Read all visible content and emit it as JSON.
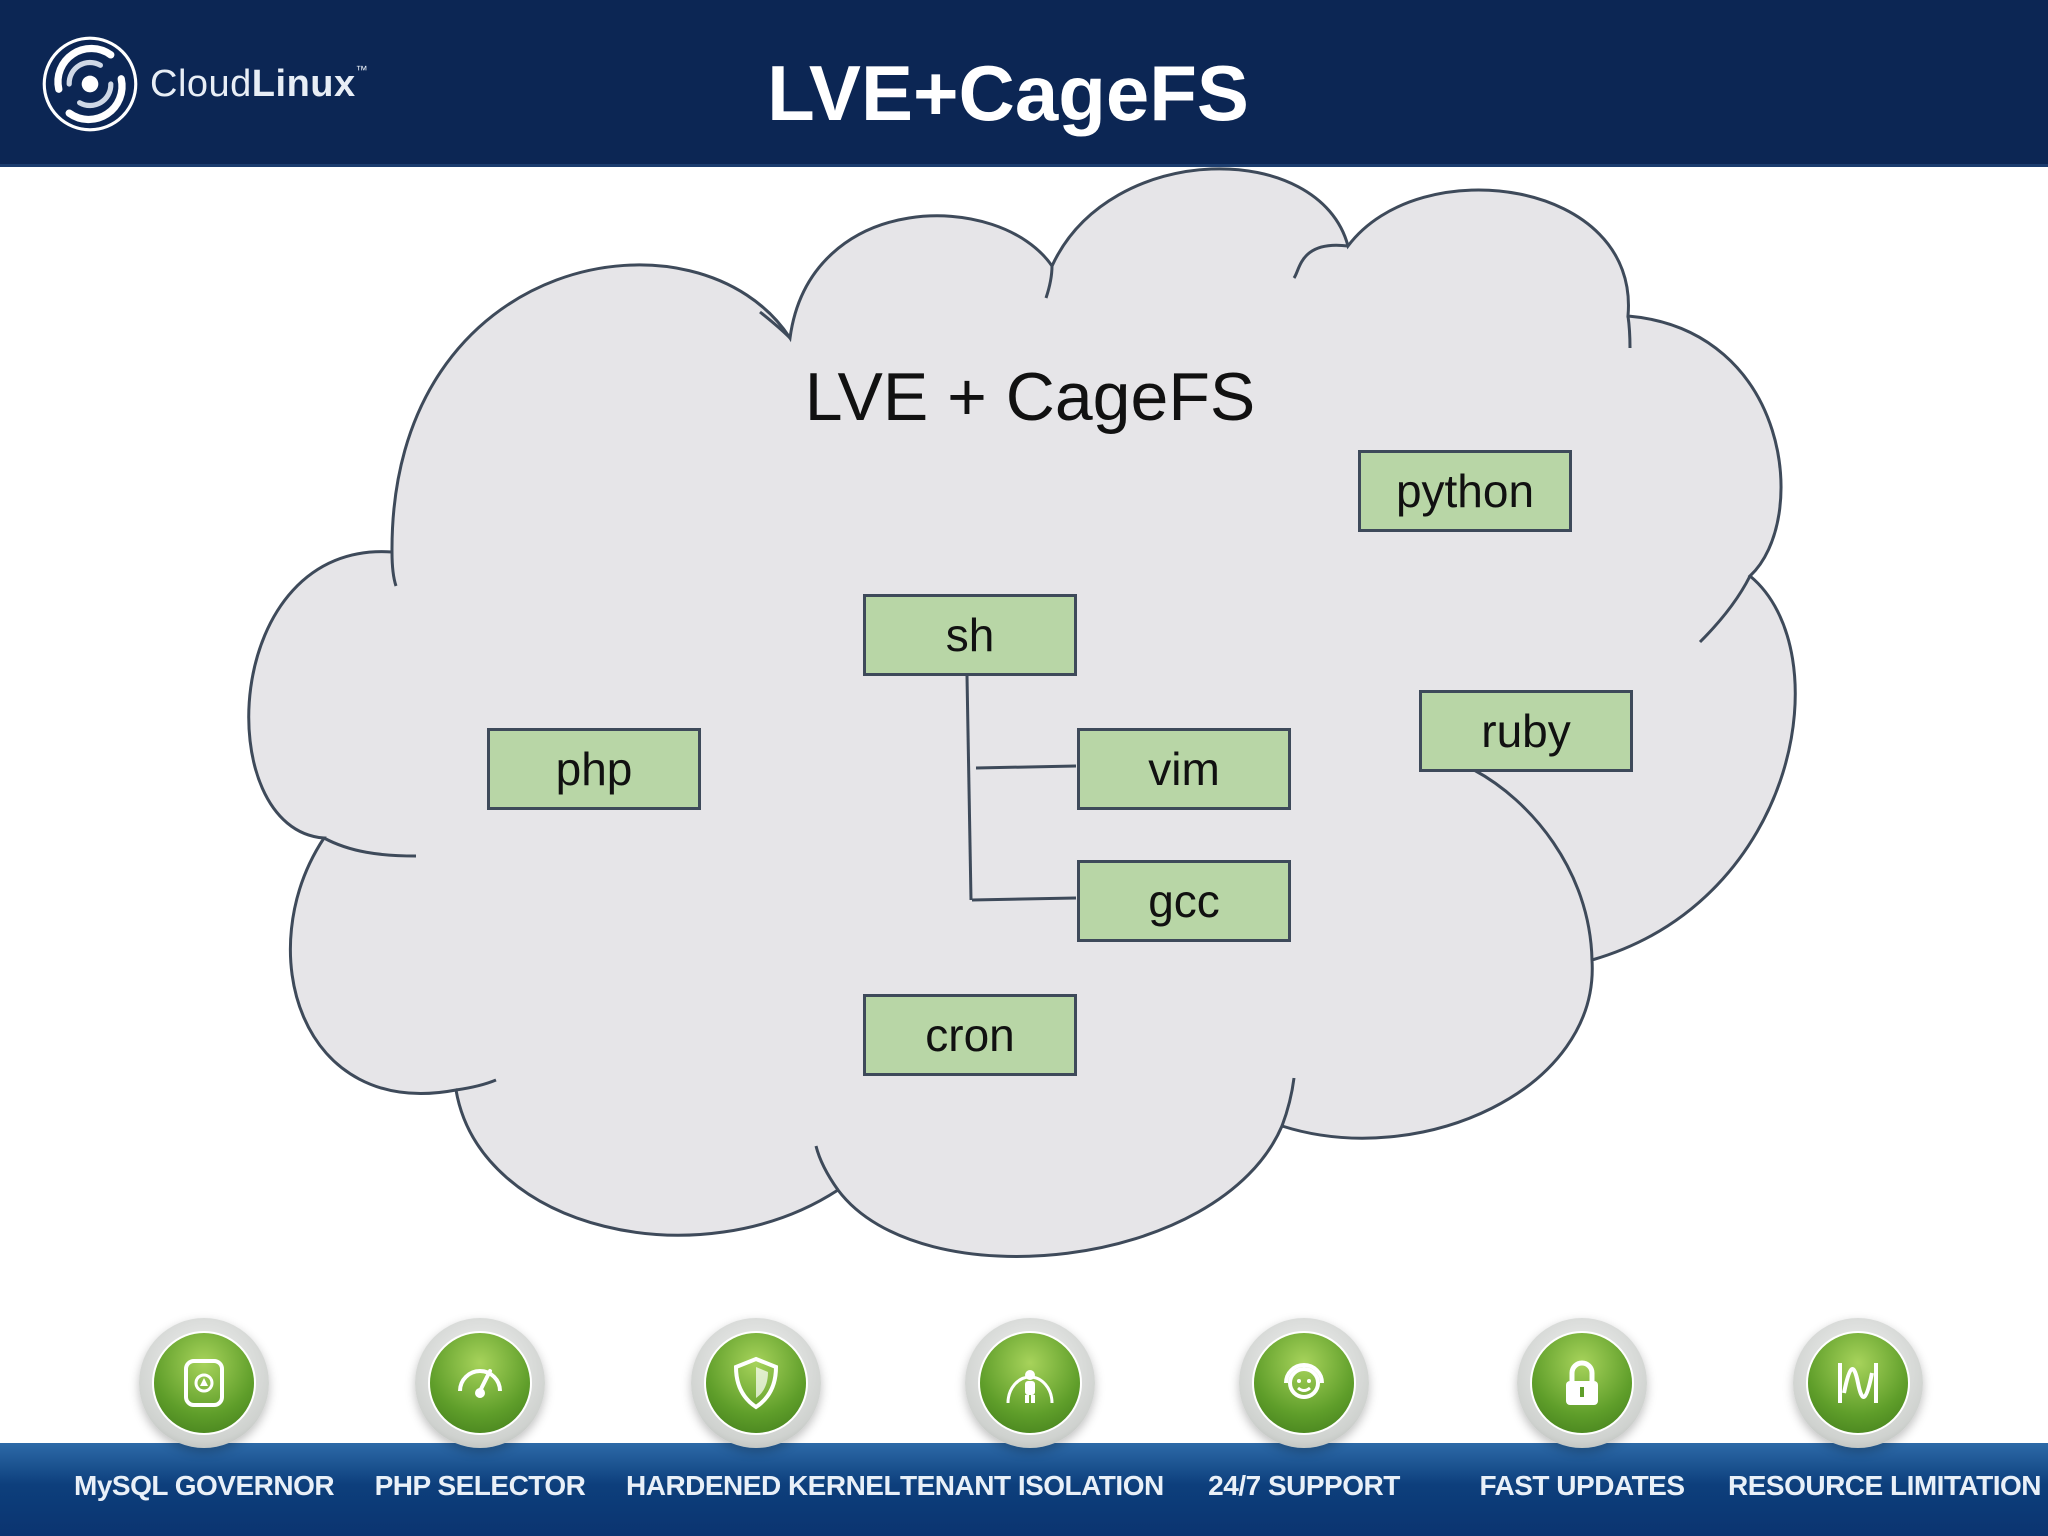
{
  "header": {
    "logo_text_light": "Cloud",
    "logo_text_bold": "Linux",
    "logo_tm": "™",
    "title": "LVE+CageFS"
  },
  "diagram": {
    "cloud_label": "LVE + CageFS",
    "boxes": {
      "python": "python",
      "sh": "sh",
      "php": "php",
      "vim": "vim",
      "ruby": "ruby",
      "gcc": "gcc",
      "cron": "cron"
    },
    "colors": {
      "cloud_fill": "#e6e5e8",
      "cloud_stroke": "#3e4a5a",
      "box_fill": "#b8d6a6",
      "header_bg": "#0c2654"
    }
  },
  "footer": {
    "features": [
      {
        "label": "MySQL GOVERNOR",
        "icon": "database-icon"
      },
      {
        "label": "PHP SELECTOR",
        "icon": "gauge-icon"
      },
      {
        "label": "HARDENED KERNEL",
        "icon": "shield-icon"
      },
      {
        "label": "TENANT ISOLATION",
        "icon": "person-in-dome-icon"
      },
      {
        "label": "24/7 SUPPORT",
        "icon": "headset-icon"
      },
      {
        "label": "FAST UPDATES",
        "icon": "lock-icon"
      },
      {
        "label": "RESOURCE LIMITATION",
        "icon": "signal-wave-icon"
      }
    ]
  }
}
